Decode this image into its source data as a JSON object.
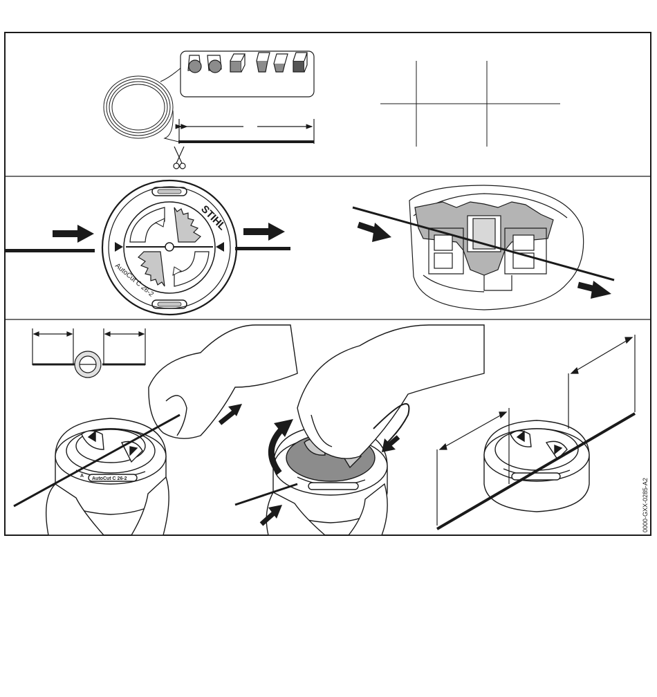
{
  "brand_text": "STIHL",
  "head_model_label": "AutoCut C 26-2",
  "head_model_label_small": "AutoCut C 26-2",
  "head_cap_marker": "A",
  "figure_code": "0000-GXX-0285-A2",
  "icons": {
    "scissors": "scissors-icon",
    "arrow": "arrow-icon",
    "rotate": "rotate-arrow-icon"
  },
  "colors": {
    "line": "#1a1a1a",
    "shade": "#8c8c8c",
    "light_shade": "#c8c8c8",
    "background": "#ffffff"
  }
}
